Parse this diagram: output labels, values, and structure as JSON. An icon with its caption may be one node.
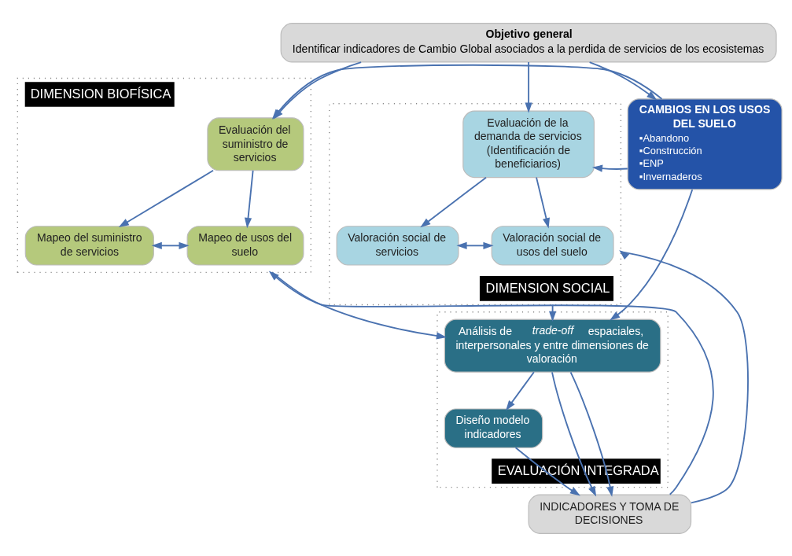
{
  "diagram": {
    "nodes": [
      {
        "text": [
          "Objetivo general",
          "Identificar indicadores de Cambio Global asociados a la perdida de servicios de los ecosistemas"
        ]
      },
      {
        "text": [
          "DIMENSION BIOFÍSICA"
        ]
      },
      {
        "text": [
          "Evaluación del suministro de servicios"
        ],
        "in": 1
      },
      {
        "text": [
          "Mapeo del suministro de servicios"
        ],
        "in": 1
      },
      {
        "text": [
          "Mapeo de usos del suelo"
        ],
        "in": 1
      },
      {
        "text": [
          "CAMBIOS EN LOS USOS DEL SUELO",
          "▪Abandono",
          "▪Construcción",
          "▪ENP",
          "▪Invernaderos"
        ]
      },
      {
        "text": [
          "DIMENSION SOCIAL"
        ]
      },
      {
        "text": [
          "Evaluación de la demanda de servicios",
          "(Identificación de beneficiarios)"
        ],
        "in": 6
      },
      {
        "text": [
          "Valoración social de servicios"
        ],
        "in": 6
      },
      {
        "text": [
          "Valoración social de usos del suelo"
        ],
        "in": 6
      },
      {
        "text": [
          "EVALUACIÓN INTEGRADA"
        ]
      },
      {
        "text": [
          "Análisis de *trade-off* espaciales, interpersonales y entre dimensiones de valoración"
        ],
        "in": 10
      },
      {
        "text": [
          "Diseño modelo indicadores"
        ],
        "in": 10
      },
      {
        "text": [
          "INDICADORES Y TOMA DE DECISIONES"
        ]
      }
    ],
    "edges": [
      {
        "from": 0,
        "to": 2,
        "arrow": "to"
      },
      {
        "from": 0,
        "to": 5,
        "arrow": "to"
      },
      {
        "from": 0,
        "to": 7,
        "arrow": "to"
      },
      {
        "from": 5,
        "to": 2,
        "arrow": "to"
      },
      {
        "from": 5,
        "to": 7,
        "arrow": "to"
      },
      {
        "from": 2,
        "to": 3,
        "arrow": "to"
      },
      {
        "from": 2,
        "to": 4,
        "arrow": "to"
      },
      {
        "from": 3,
        "to": 4,
        "arrow": "both"
      },
      {
        "from": 7,
        "to": 8,
        "arrow": "to"
      },
      {
        "from": 7,
        "to": 9,
        "arrow": "to"
      },
      {
        "from": 8,
        "to": 9,
        "arrow": "both"
      },
      {
        "from": 5,
        "to": 11,
        "arrow": "to"
      },
      {
        "from": 1,
        "to": 11,
        "arrow": "to"
      },
      {
        "from": 6,
        "to": 11,
        "arrow": "to"
      },
      {
        "from": 11,
        "to": 12,
        "arrow": "to"
      },
      {
        "from": 12,
        "to": 13,
        "arrow": "to"
      },
      {
        "from": 11,
        "to": 13,
        "arrow": "to"
      },
      {
        "from": 11,
        "to": 13,
        "arrow": "to"
      },
      {
        "from": 13,
        "to": 1,
        "arrow": "to"
      },
      {
        "from": 13,
        "to": 6,
        "arrow": "to"
      }
    ]
  }
}
